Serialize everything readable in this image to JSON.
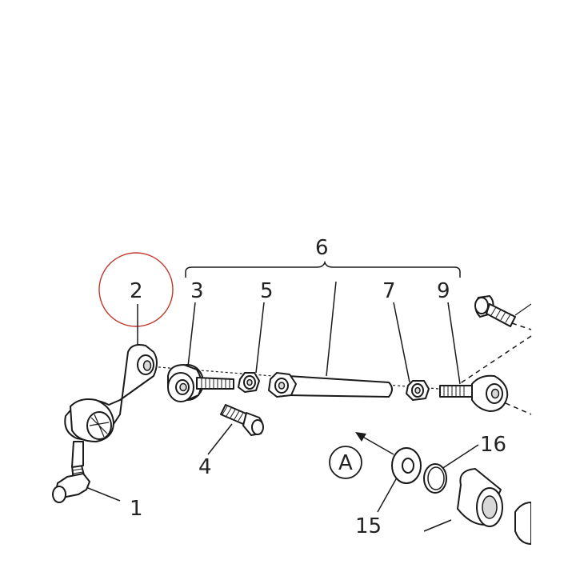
{
  "labels": {
    "l1": "1",
    "l2": "2",
    "l3": "3",
    "l4": "4",
    "l5": "5",
    "l6": "6",
    "l7": "7",
    "l9": "9",
    "l15": "15",
    "l16": "16",
    "view": "A"
  },
  "colors": {
    "highlight_circle": "#c0392b",
    "line": "#1a1a1a"
  }
}
